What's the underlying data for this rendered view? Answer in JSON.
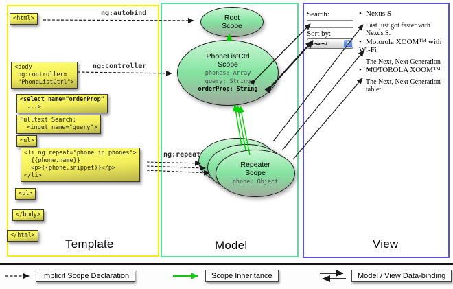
{
  "columns": {
    "template": {
      "label": "Template",
      "border_color": "#f2ef0c"
    },
    "model": {
      "label": "Model",
      "border_color": "#55e0a0"
    },
    "view": {
      "label": "View",
      "border_color": "#5b52d6"
    }
  },
  "code_boxes": {
    "html_open": "<html>",
    "body_open": "<body\n ng:controller=\n \"PhoneListCtrl\">",
    "select": "<select name=\"orderProp\"\n  ...>",
    "fulltext": "Fulltext Search:\n  <input name=\"query\">",
    "ul_open": "<ul>",
    "li_repeat": "<li ng:repeat=\"phone in phones\">\n  {{phone.name}}\n  <p>{{phone.snippet}}</p>\n</li>",
    "ul_close": "<ul>",
    "body_close": "</body>",
    "html_close": "</html>"
  },
  "directive_labels": {
    "autobind": "ng:autobind",
    "controller": "ng:controller",
    "repeat": "ng:repeat"
  },
  "scopes": {
    "root": {
      "title": "Root\nScope"
    },
    "phonelist": {
      "title": "PhoneListCtrl\nScope",
      "prop_phones": "phones: Array",
      "prop_query": "query: String",
      "prop_order": "orderProp: String"
    },
    "repeater": {
      "title": "Repeater\nScope",
      "prop_phone": "phone: Object"
    }
  },
  "view_panel": {
    "search_label": "Search:",
    "search_value": "",
    "sort_label": "Sort by:",
    "sort_value": "Newest",
    "items": [
      {
        "name": "Nexus S",
        "desc": "Fast just got faster with Nexus S."
      },
      {
        "name": "Motorola XOOM™ with Wi-Fi",
        "desc": "The Next, Next Generation tablet."
      },
      {
        "name": "MOTOROLA XOOM™",
        "desc": "The Next, Next Generation tablet."
      }
    ],
    "bullet": "•"
  },
  "legend": {
    "implicit": "Implicit Scope Declaration",
    "inheritance": "Scope Inheritance",
    "databinding": "Model / View Data-binding"
  },
  "accent_colors": {
    "inheritance_green": "#00cf00",
    "arrow_black": "#1a1a1a"
  }
}
